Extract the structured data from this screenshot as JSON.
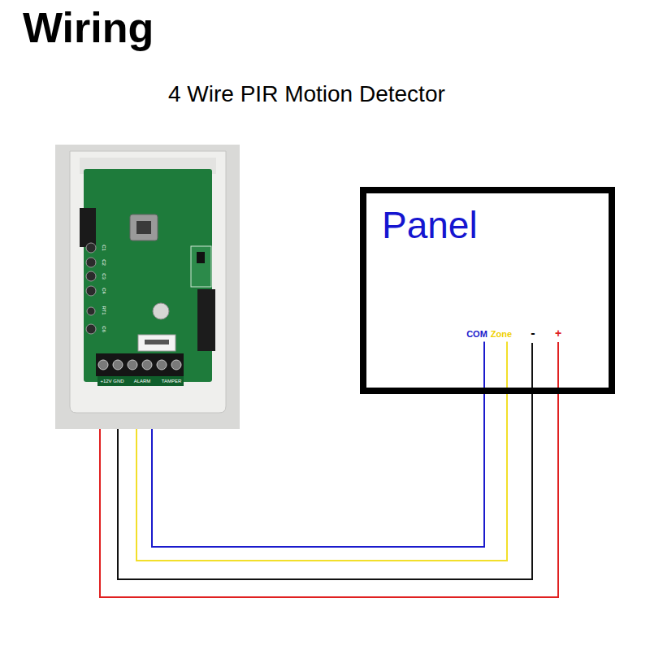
{
  "diagram": {
    "title": "Wiring",
    "nodes": [
      {
        "text": [
          "C1",
          "C2",
          "C3",
          "C4",
          "RT1",
          "C6",
          "+12V GND",
          "ALARM",
          "TAMPER"
        ]
      },
      {
        "text": [
          "Panel",
          "COM",
          "Zone",
          "-",
          "+"
        ]
      }
    ],
    "edges": [
      {
        "from": 0,
        "to": 1,
        "arrow": "none"
      },
      {
        "from": 0,
        "to": 1,
        "arrow": "none"
      },
      {
        "from": 0,
        "to": 1,
        "arrow": "none"
      },
      {
        "from": 0,
        "to": 1,
        "arrow": "none"
      }
    ],
    "labels": [
      "4 Wire PIR Motion Detector"
    ]
  }
}
